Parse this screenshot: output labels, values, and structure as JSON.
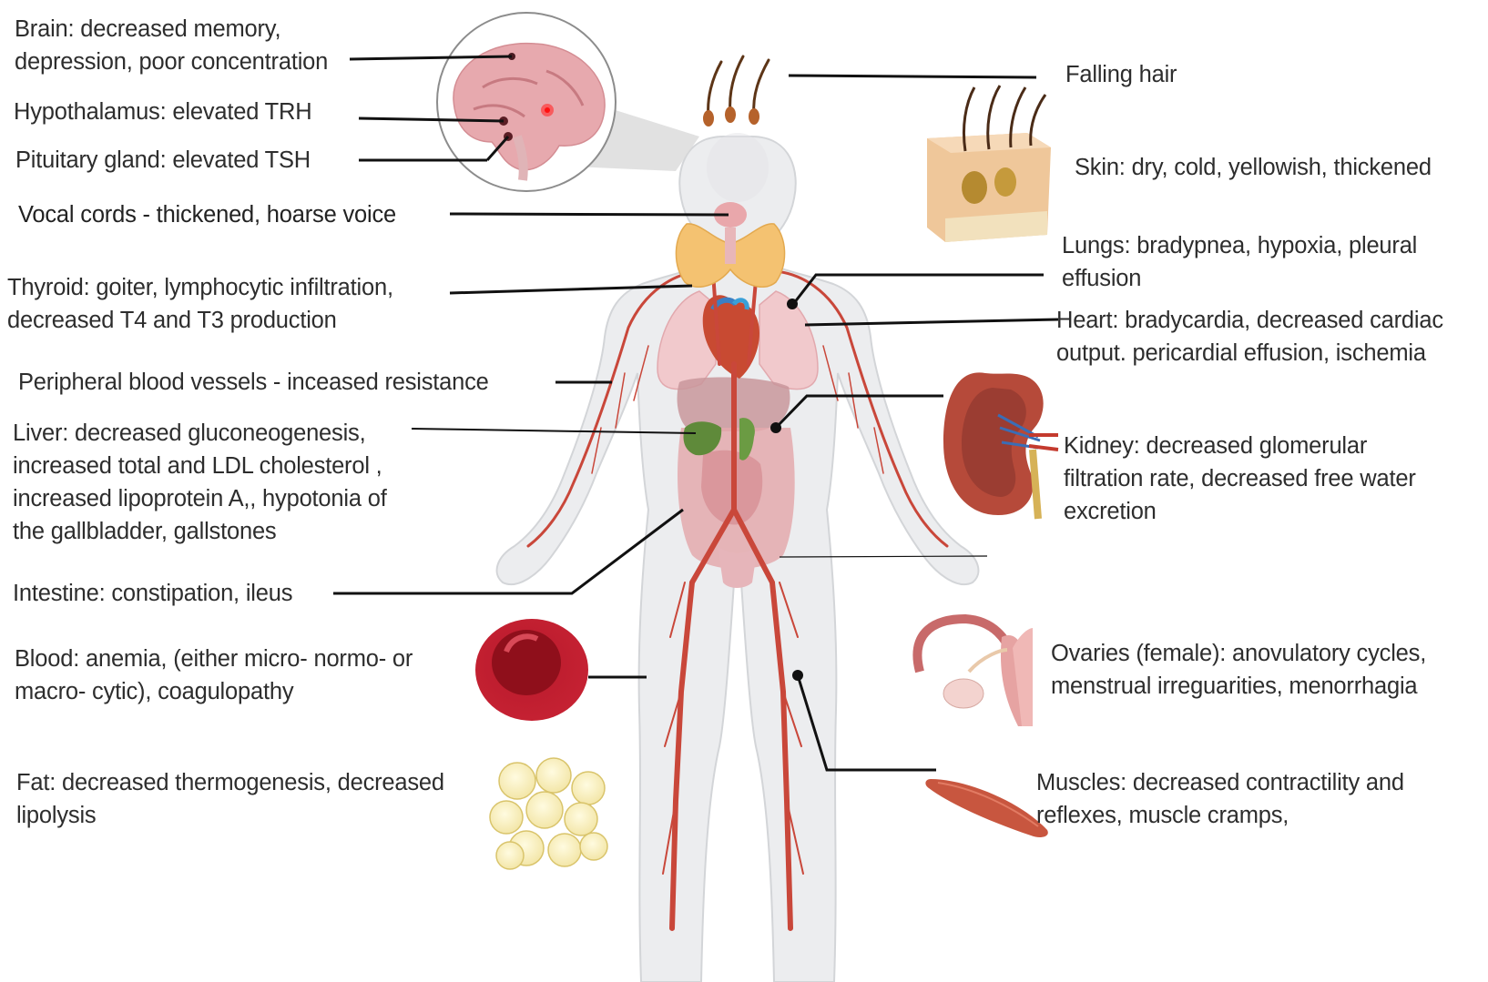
{
  "labels": {
    "brain": [
      "Brain: decreased memory,",
      "depression, poor concentration"
    ],
    "hypothalamus": "Hypothalamus: elevated TRH",
    "pituitary": "Pituitary gland: elevated TSH",
    "vocal": "Vocal cords - thickened, hoarse voice",
    "thyroid": [
      "Thyroid: goiter, lymphocytic infiltration,",
      "decreased T4 and T3 production"
    ],
    "peripheral": "Peripheral blood vessels - inceased resistance",
    "liver": [
      "Liver: decreased gluconeogenesis,",
      "increased total and LDL cholesterol ,",
      "increased lipoprotein A,,  hypotonia of",
      "the gallbladder,  gallstones"
    ],
    "intestine": "Intestine: constipation, ileus",
    "blood": [
      "Blood: anemia, (either micro- normo- or",
      "macro- cytic), coagulopathy"
    ],
    "fat": [
      "Fat: decreased thermogenesis, decreased",
      "lipolysis"
    ],
    "hair": "Falling hair",
    "skin": "Skin: dry, cold, yellowish, thickened",
    "lungs": [
      "Lungs: bradypnea, hypoxia, pleural",
      "effusion"
    ],
    "heart": [
      "Heart: bradycardia, decreased cardiac",
      "output. pericardial effusion, ischemia"
    ],
    "kidney": [
      "Kidney: decreased glomerular",
      "filtration rate, decreased free water",
      "excretion"
    ],
    "ovaries": [
      "Ovaries (female): anovulatory cycles,",
      "menstrual irreguarities, menorrhagia"
    ],
    "muscles": [
      "Muscles: decreased contractility and",
      "reflexes, muscle cramps,"
    ]
  }
}
